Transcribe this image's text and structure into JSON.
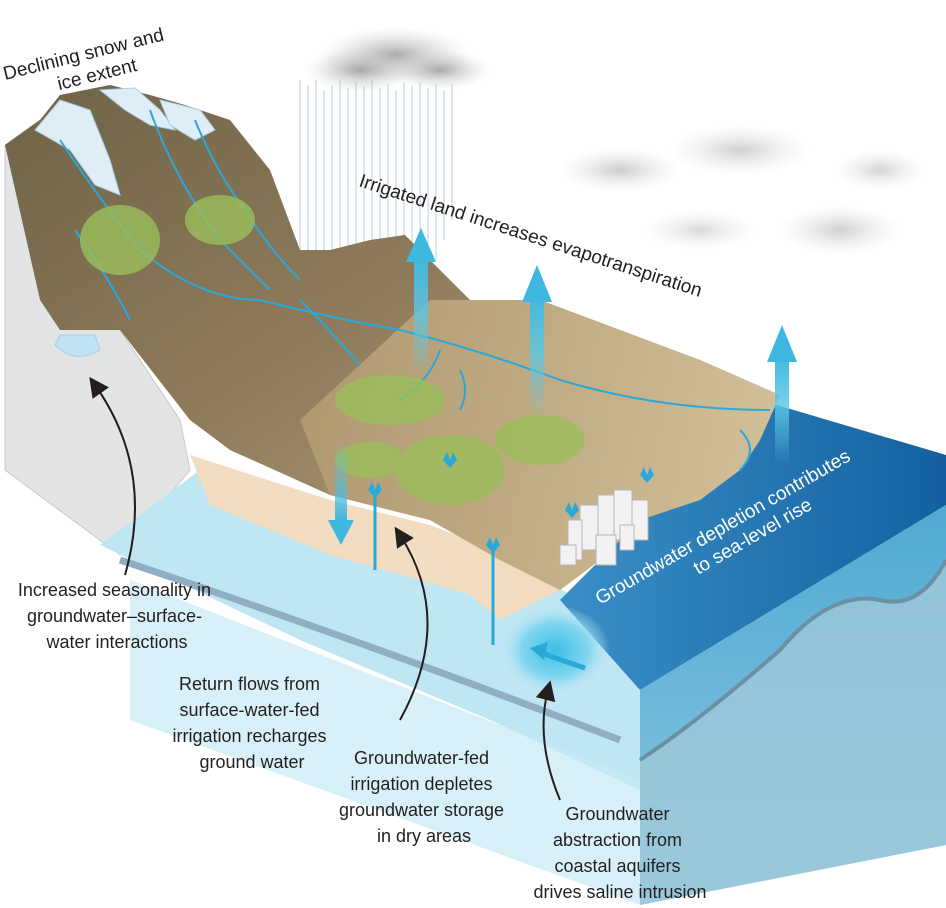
{
  "labels": {
    "snow_ice": [
      "Declining snow and",
      "ice extent"
    ],
    "evapotranspiration": "Irrigated land increases evapotranspiration",
    "sea_level": [
      "Groundwater depletion contributes",
      "to sea-level rise"
    ],
    "seasonality": [
      "Increased seasonality in",
      "groundwater–surface-",
      "water interactions"
    ],
    "return_flows": [
      "Return flows from",
      "surface-water-fed",
      "irrigation recharges",
      "ground water"
    ],
    "gw_irrigation": [
      "Groundwater-fed",
      "irrigation depletes",
      "groundwater storage",
      "in dry areas"
    ],
    "saline": [
      "Groundwater",
      "abstraction from",
      "coastal aquifers",
      "drives saline intrusion"
    ]
  },
  "colors": {
    "terrain_dark": "#7c6a4f",
    "terrain_light": "#b9a27a",
    "vegetation": "#9bbf5a",
    "river": "#2aa8d8",
    "aquifer": "#bfe6f3",
    "ocean_top": "#1f74b4",
    "ocean_side": "#5fb3d6",
    "soil_tan": "#f2dcc2",
    "arrow_cyan": "#5cc8e6"
  }
}
